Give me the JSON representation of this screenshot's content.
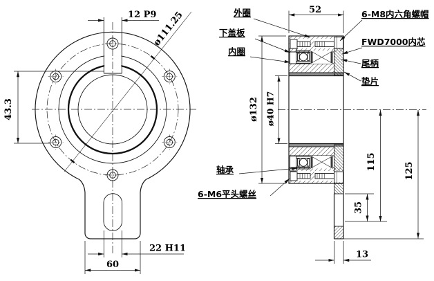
{
  "front_view": {
    "dims": {
      "keyway": "12 P9",
      "bolt_circle": "ø111.25",
      "hole_offset": "43.3",
      "slot": "22 H11",
      "tab_width": "60"
    }
  },
  "section_view": {
    "dims": {
      "width": "52",
      "outer_dia": "ø132",
      "bore": "ø40 H7",
      "height_to_step": "115",
      "step": "35",
      "height_total": "125",
      "tab_thickness": "13"
    },
    "labels": {
      "outer_ring": "外圈",
      "lower_cover": "下盖板",
      "inner_ring": "内圈",
      "hex_nut": "6-M8内六角螺帽",
      "core": "FWD7000内芯",
      "tail": "尾柄",
      "washer": "垫片",
      "bearing": "轴承",
      "flat_screw": "6-M6平头螺丝"
    }
  }
}
